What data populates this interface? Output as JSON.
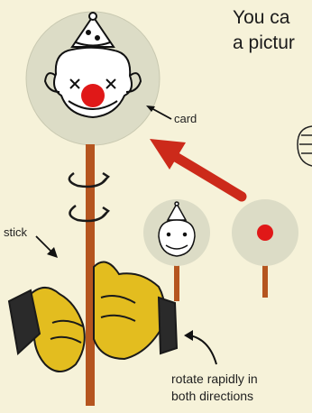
{
  "headline": {
    "line1": "You ca",
    "line2": "a pictur"
  },
  "labels": {
    "card": "card",
    "stick": "stick",
    "rotate_line1": "rotate rapidly in",
    "rotate_line2": "both directions"
  },
  "colors": {
    "background": "#f6f2d9",
    "card": "#dcdcc6",
    "stick": "#b5551f",
    "arrow_red": "#cc2a1a",
    "hands": "#e3bd1f",
    "clown_nose": "#e01818"
  }
}
